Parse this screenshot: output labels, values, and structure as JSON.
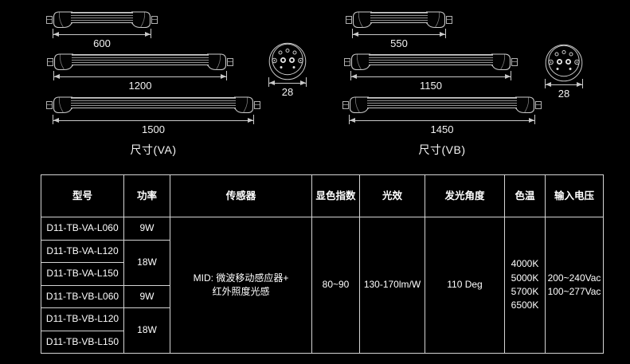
{
  "page": {
    "background_color": "#000000",
    "line_color": "#d4d4d4",
    "text_color": "#ffffff"
  },
  "dimension_drawings": {
    "va": {
      "caption": "尺寸(VA)",
      "tube_lengths": [
        "600",
        "1200",
        "1500"
      ],
      "end_view_diameter": "28"
    },
    "vb": {
      "caption": "尺寸(VB)",
      "tube_lengths": [
        "550",
        "1150",
        "1450"
      ],
      "end_view_diameter": "28"
    }
  },
  "table": {
    "headers": [
      "型号",
      "功率",
      "传感器",
      "显色指数",
      "光效",
      "发光角度",
      "色温",
      "输入电压"
    ],
    "models": [
      "D11-TB-VA-L060",
      "D11-TB-VA-L120",
      "D11-TB-VA-L150",
      "D11-TB-VB-L060",
      "D11-TB-VB-L120",
      "D11-TB-VB-L150"
    ],
    "power": [
      "9W",
      "18W",
      "9W",
      "18W"
    ],
    "sensor": [
      "MID: 微波移动感应器+",
      "红外照度光感"
    ],
    "cri": "80~90",
    "efficacy": "130-170lm/W",
    "beam_angle": "110 Deg",
    "cct": [
      "4000K",
      "5000K",
      "5700K",
      "6500K"
    ],
    "voltage": [
      "200~240Vac",
      "100~277Vac"
    ]
  }
}
